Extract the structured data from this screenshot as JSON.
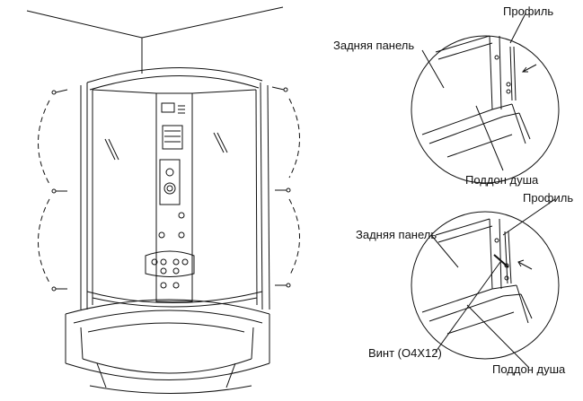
{
  "labels": {
    "profile_top": "Профиль",
    "back_panel_top": "Задняя панель",
    "tray_top": "Поддон душа",
    "profile_bottom": "Профиль",
    "back_panel_bottom": "Задняя панель",
    "screw": "Винт (О4Х12)",
    "tray_bottom": "Поддон душа"
  },
  "colors": {
    "stroke": "#111111",
    "background": "#ffffff"
  }
}
